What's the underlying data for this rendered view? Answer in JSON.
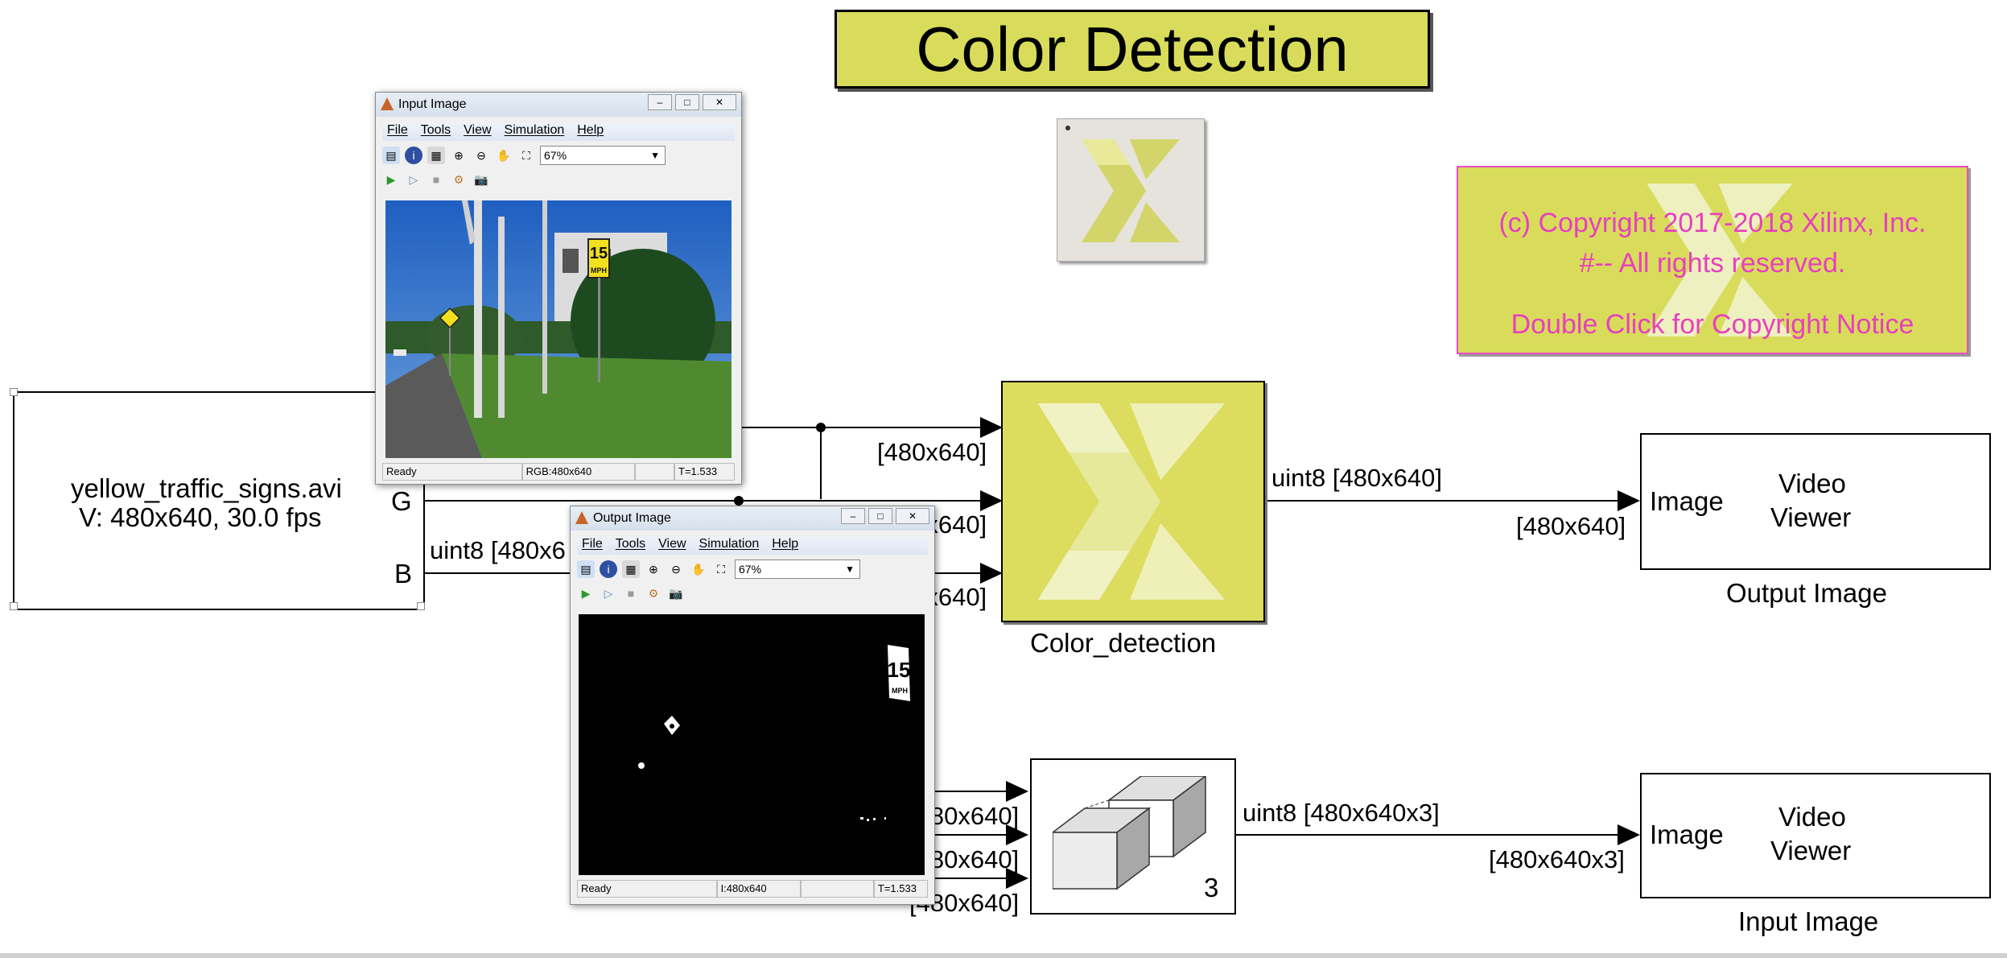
{
  "title": "Color Detection",
  "copyright": {
    "line1": "(c) Copyright 2017-2018 Xilinx, Inc.",
    "line2": "#-- All rights reserved.",
    "line3": "Double Click for Copyright Notice"
  },
  "source_block": {
    "file": "yellow_traffic_signs.avi",
    "info": "V: 480x640, 30.0 fps",
    "port_g": "G",
    "port_b": "B"
  },
  "color_block": {
    "name": "Color_detection"
  },
  "output_viewer": {
    "port": "Image",
    "label_line1": "Video",
    "label_line2": "Viewer",
    "name": "Output Image"
  },
  "input_viewer": {
    "port": "Image",
    "label_line1": "Video",
    "label_line2": "Viewer",
    "name": "Input Image"
  },
  "concat_block": {
    "count": "3"
  },
  "signals": {
    "dim1": "[480x640]",
    "dim2": "[480x640]",
    "dim3": "[480x640]",
    "out_type": "uint8 [480x640]",
    "out_dim": "[480x640]",
    "b_type": "uint8 [480x6",
    "c1": "[480x640]",
    "c2": "[480x640]",
    "c3": "[480x640]",
    "concat_type": "uint8 [480x640x3]",
    "concat_dim": "[480x640x3]"
  },
  "input_window": {
    "title": "Input Image",
    "menu": [
      "File",
      "Tools",
      "View",
      "Simulation",
      "Help"
    ],
    "zoom": "67%",
    "status_ready": "Ready",
    "status_type": "RGB:480x640",
    "status_time": "T=1.533",
    "sign_number": "15",
    "sign_unit": "MPH"
  },
  "output_window": {
    "title": "Output Image",
    "menu": [
      "File",
      "Tools",
      "View",
      "Simulation",
      "Help"
    ],
    "zoom": "67%",
    "status_ready": "Ready",
    "status_type": "I:480x640",
    "status_time": "T=1.533",
    "sign_number": "15",
    "sign_unit": "MPH"
  },
  "colors": {
    "block_yellow": "#d8dc5a",
    "copyright_pink": "#e83fc0"
  }
}
